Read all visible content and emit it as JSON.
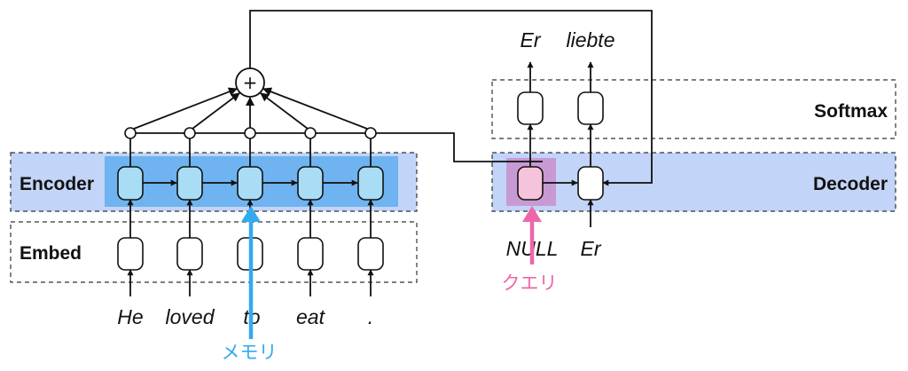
{
  "blocks": {
    "encoder": "Encoder",
    "embed": "Embed",
    "decoder": "Decoder",
    "softmax": "Softmax"
  },
  "input_words": [
    "He",
    "loved",
    "to",
    "eat",
    "."
  ],
  "decoder_inputs": [
    "NULL",
    "Er"
  ],
  "output_words": [
    "Er",
    "liebte"
  ],
  "annotations": {
    "memory": "メモリ",
    "query": "クエリ"
  },
  "combine_symbol": "+",
  "colors": {
    "encoder_band": "#c2d4f7",
    "encoder_highlight": "#6fb3f0",
    "decoder_band": "#c2d4f7",
    "query_highlight": "#c89ad4",
    "memory_arrow": "#33aaee",
    "query_arrow": "#ee66aa",
    "memory_text": "#33aaee",
    "query_text": "#ee66aa",
    "encoder_cell": "#a9dcf5",
    "query_cell": "#f6c3dc"
  }
}
